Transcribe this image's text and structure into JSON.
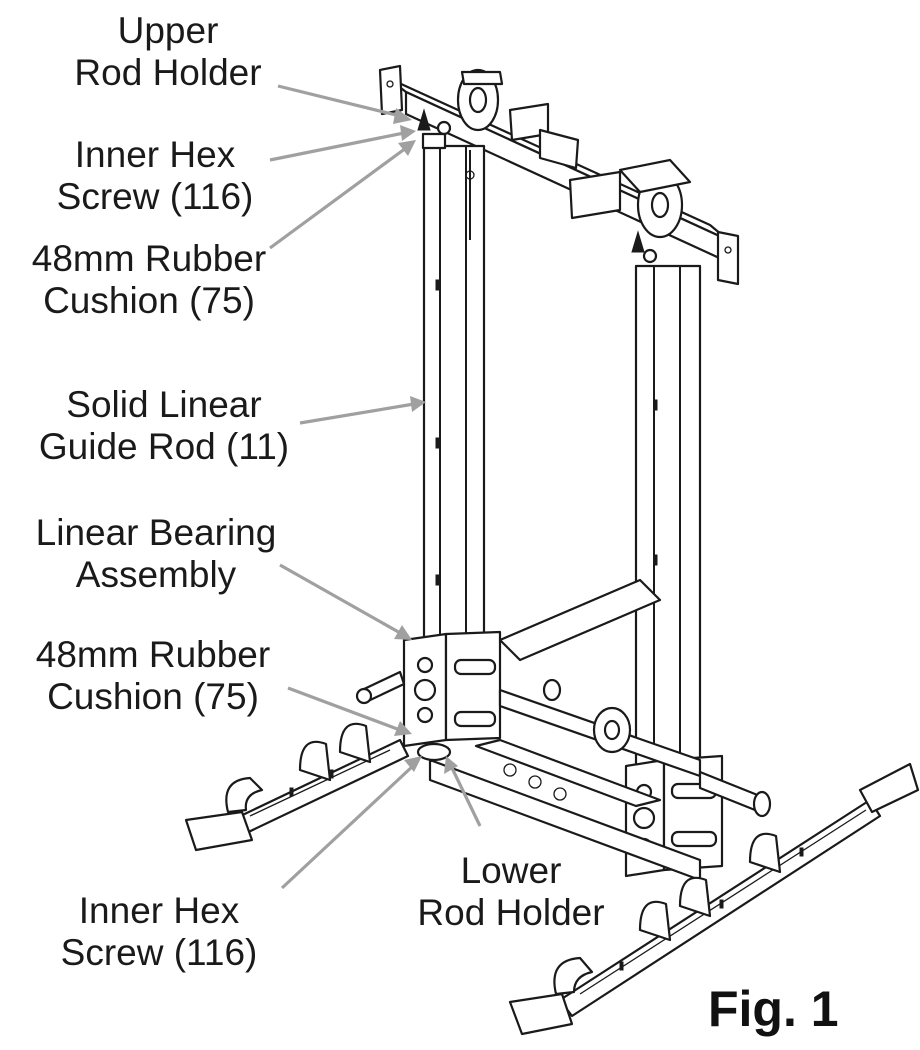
{
  "labels": {
    "upper_rod_holder": [
      "Upper",
      "Rod Holder"
    ],
    "inner_hex_screw_top": [
      "Inner Hex",
      "Screw (116)"
    ],
    "rubber_cushion_top": [
      "48mm Rubber",
      "Cushion (75)"
    ],
    "guide_rod": [
      "Solid Linear",
      "Guide Rod (11)"
    ],
    "bearing_assembly": [
      "Linear Bearing",
      "Assembly"
    ],
    "rubber_cushion_bottom": [
      "48mm Rubber",
      "Cushion (75)"
    ],
    "inner_hex_screw_bottom": [
      "Inner Hex",
      "Screw (116)"
    ],
    "lower_rod_holder": [
      "Lower",
      "Rod Holder"
    ]
  },
  "figure_label": "Fig. 1",
  "colors": {
    "ink": "#1a1a1a",
    "callout": "#a0a0a0",
    "background": "#ffffff"
  }
}
